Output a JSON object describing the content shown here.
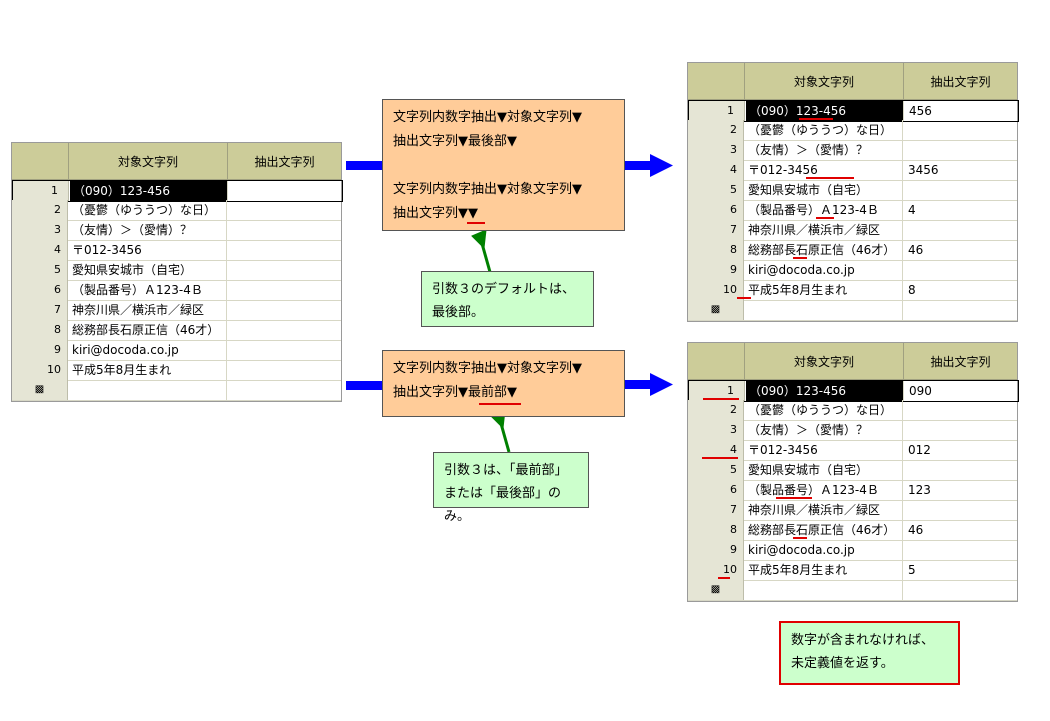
{
  "headers": {
    "col1": "対象文字列",
    "col2": "抽出文字列"
  },
  "rows": [
    {
      "n": "1",
      "text": "（090）123-456"
    },
    {
      "n": "2",
      "text": "（憂鬱（ゆううつ）な日）"
    },
    {
      "n": "3",
      "text": "（友情）＞（愛情）？"
    },
    {
      "n": "4",
      "text": "〒012-3456"
    },
    {
      "n": "5",
      "text": "愛知県安城市（自宅）"
    },
    {
      "n": "6",
      "text": "（製品番号）Ａ123-4Ｂ"
    },
    {
      "n": "7",
      "text": "神奈川県／横浜市／緑区"
    },
    {
      "n": "8",
      "text": "総務部長石原正信（46才）"
    },
    {
      "n": "9",
      "text": "kiri@docoda.co.jp"
    },
    {
      "n": "10",
      "text": "平成5年8月生まれ"
    }
  ],
  "new_row_icon": "new-record-icon",
  "top_result": [
    "456",
    "",
    "",
    "3456",
    "",
    "4",
    "",
    "46",
    "",
    "8"
  ],
  "bottom_result": [
    "090",
    "",
    "",
    "012",
    "",
    "123",
    "",
    "46",
    "",
    "5"
  ],
  "formula_top": {
    "line1": "文字列内数字抽出▼対象文字列▼",
    "line2": "抽出文字列▼最後部▼",
    "line3": "文字列内数字抽出▼対象文字列▼",
    "line4": "抽出文字列▼▼"
  },
  "formula_bottom": {
    "line1": "文字列内数字抽出▼対象文字列▼",
    "line2": "抽出文字列▼最前部▼"
  },
  "note_top": {
    "line1": "引数３のデフォルトは、",
    "line2": "最後部。"
  },
  "note_bottom": {
    "line1": "引数３は、「最前部」",
    "line2": "または「最後部」のみ。"
  },
  "note_warn": {
    "line1": "数字が含まれなければ、",
    "line2": "未定義値を返す。"
  },
  "colors": {
    "arrow_blue": "#0000ff",
    "arrow_green": "#008000",
    "underline_red": "#e00000",
    "header_bg": "#cccc99",
    "formula_bg": "#ffcc99",
    "note_bg": "#ccffcc"
  }
}
